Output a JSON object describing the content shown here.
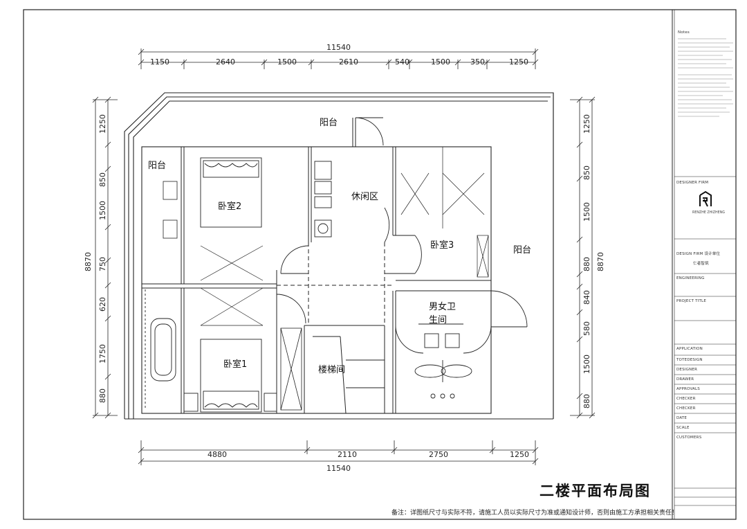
{
  "drawing_title": "二楼平面布局图",
  "footer_note": "备注：详图纸尺寸与实际不符，请施工人员以实际尺寸为准或通知设计师，否则由施工方承担相关责任！",
  "rooms": {
    "balcony_top": "阳台",
    "balcony_left": "阳台",
    "balcony_right": "阳台",
    "bedroom2": "卧室2",
    "bedroom3": "卧室3",
    "bedroom1": "卧室1",
    "leisure": "休闲区",
    "bathroom_line1": "男女卫",
    "bathroom_line2": "生间",
    "stairwell": "楼梯间"
  },
  "dimensions": {
    "top_total": "11540",
    "top_segments": [
      "1150",
      "2640",
      "1500",
      "2610",
      "540",
      "1500",
      "350",
      "1250"
    ],
    "bottom_total": "11540",
    "bottom_segments": [
      "4880",
      "2110",
      "2750",
      "1250"
    ],
    "left_total": "8870",
    "left_segments": [
      "1250",
      "850",
      "1500",
      "750",
      "620",
      "1750",
      "880"
    ],
    "right_total": "8870",
    "right_segments": [
      "1250",
      "850",
      "1500",
      "880",
      "840",
      "580",
      "1500",
      "880"
    ]
  },
  "title_block": {
    "notes_header": "Notes",
    "designer_firm_label": "DESIGNER FIRM",
    "logo_text": "RENZHE ZHIZHENG",
    "design_firm_label": "DESIGN FIRM 设计单位",
    "design_firm_value": "仁者智筑",
    "engineering_label": "ENGINEERING",
    "project_title_label": "PROJECT TITLE",
    "fields": [
      "APPLICATION",
      "TOTEDESIGN",
      "DESIGNER",
      "DRAWER",
      "APPROVALS",
      "CHECKER",
      "CHECKER",
      "DATE",
      "SCALE",
      "CUSTOMERS"
    ]
  }
}
